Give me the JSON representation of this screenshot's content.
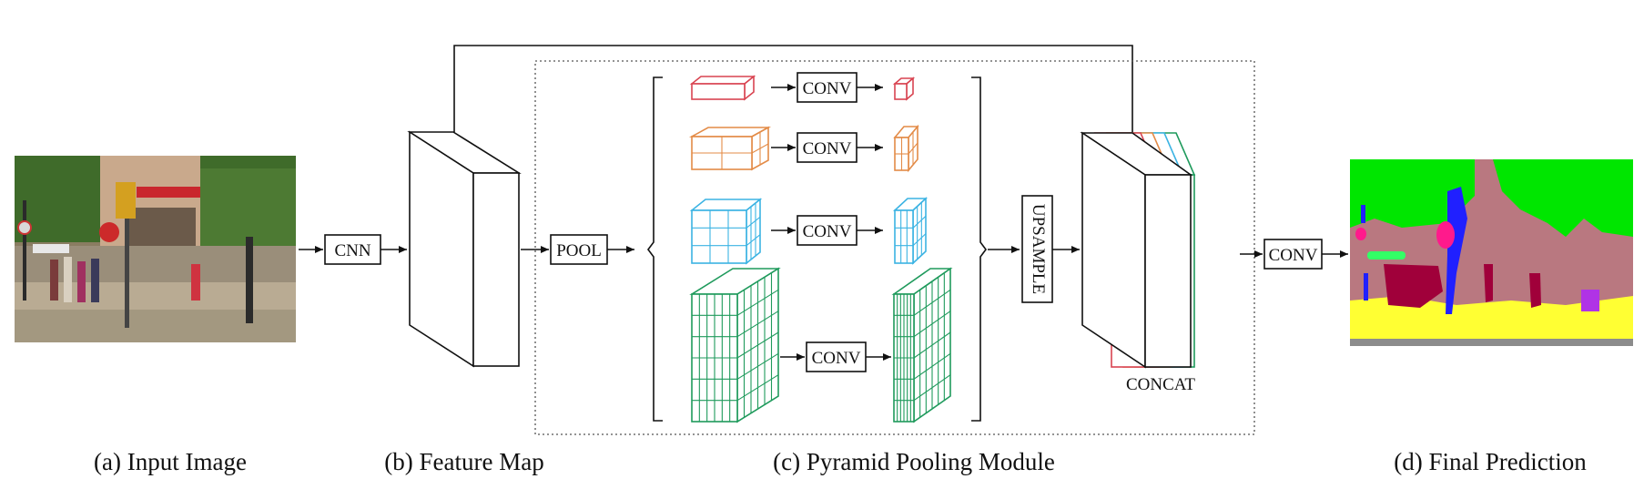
{
  "captions": {
    "a": "(a) Input Image",
    "b": "(b) Feature Map",
    "c": "(c) Pyramid Pooling Module",
    "d": "(d) Final Prediction"
  },
  "labels": {
    "cnn": "CNN",
    "pool": "POOL",
    "conv": "CONV",
    "upsample": "UPSAMPLE",
    "concat": "CONCAT"
  },
  "pyramid_levels": [
    {
      "color": "#d94451",
      "grid": 1
    },
    {
      "color": "#e38b47",
      "grid": 2
    },
    {
      "color": "#3bb3e3",
      "grid": 3
    },
    {
      "color": "#1f9a5c",
      "grid": 6
    }
  ],
  "colors": {
    "segmentation": {
      "tree": "#00e600",
      "building": "#b97880",
      "sidewalk": "#ffff33",
      "road": "#8c8c8c",
      "person": "#a0003a",
      "pink_object": "#ff1a8c",
      "blue_object": "#2020ff",
      "purple_object": "#b033e6",
      "bench": "#33ff66"
    }
  }
}
